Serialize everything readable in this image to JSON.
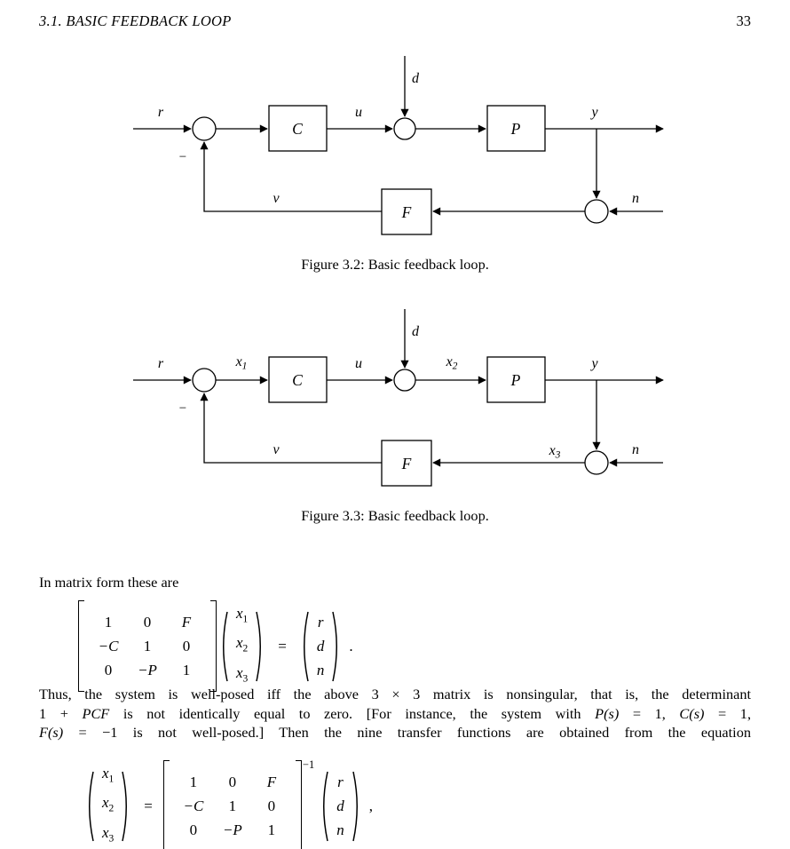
{
  "header": {
    "section": "3.1.  BASIC FEEDBACK LOOP",
    "page": "33"
  },
  "fig32": {
    "labels": {
      "r": "r",
      "u": "u",
      "d": "d",
      "y": "y",
      "v": "v",
      "n": "n",
      "minus": "−"
    },
    "blocks": {
      "c": "C",
      "p": "P",
      "f": "F"
    },
    "caption": "Figure 3.2: Basic feedback loop."
  },
  "fig33": {
    "labels": {
      "r": "r",
      "u": "u",
      "d": "d",
      "y": "y",
      "v": "v",
      "n": "n",
      "minus": "−",
      "x1": {
        "base": "x",
        "sub": "1"
      },
      "x2": {
        "base": "x",
        "sub": "2"
      },
      "x3": {
        "base": "x",
        "sub": "3"
      }
    },
    "blocks": {
      "c": "C",
      "p": "P",
      "f": "F"
    },
    "caption": "Figure 3.3: Basic feedback loop."
  },
  "matrix_section": {
    "intro": "In matrix form these are",
    "eq1": {
      "matrix": [
        [
          "1",
          "0",
          "F"
        ],
        [
          "−C",
          "1",
          "0"
        ],
        [
          "0",
          "−P",
          "1"
        ]
      ],
      "vector": [
        {
          "base": "x",
          "sub": "1"
        },
        {
          "base": "x",
          "sub": "2"
        },
        {
          "base": "x",
          "sub": "3"
        }
      ],
      "equals": "=",
      "rhs": [
        "r",
        "d",
        "n"
      ],
      "period": "."
    },
    "paragraph": [
      [
        {
          "t": "Thus, the system is well-posed iff the above 3 × 3 matrix is nonsingular, that is, the determinant"
        }
      ],
      [
        {
          "t": "1 + "
        },
        {
          "t": "PCF",
          "it": true
        },
        {
          "t": " is not identically equal to zero. [For instance, the system with "
        },
        {
          "t": "P(s)",
          "it": true
        },
        {
          "t": " = 1, "
        },
        {
          "t": "C(s)",
          "it": true
        },
        {
          "t": " = 1,"
        }
      ],
      [
        {
          "t": "F(s)",
          "it": true
        },
        {
          "t": " = −1 is not well-posed.] Then the nine transfer functions are obtained from the equation"
        }
      ]
    ],
    "eq2": {
      "lhs": [
        {
          "base": "x",
          "sub": "1"
        },
        {
          "base": "x",
          "sub": "2"
        },
        {
          "base": "x",
          "sub": "3"
        }
      ],
      "equals": "=",
      "matrix": [
        [
          "1",
          "0",
          "F"
        ],
        [
          "−C",
          "1",
          "0"
        ],
        [
          "0",
          "−P",
          "1"
        ]
      ],
      "exponent": "−1",
      "rhs": [
        "r",
        "d",
        "n"
      ],
      "comma": ","
    }
  }
}
